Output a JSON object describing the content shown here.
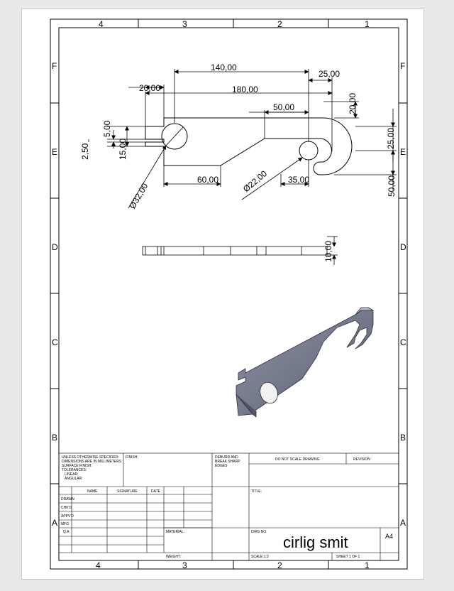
{
  "sheet": {
    "zones_top": [
      "4",
      "3",
      "2",
      "1"
    ],
    "zones_bottom": [
      "4",
      "3",
      "2",
      "1"
    ],
    "zones_left": [
      "F",
      "E",
      "D",
      "C",
      "B",
      "A"
    ],
    "zones_right": [
      "F",
      "E",
      "D",
      "C",
      "B",
      "A"
    ]
  },
  "dimensions": {
    "d140": "140,00",
    "d25_top": "25,00",
    "d20_left": "20,00",
    "d180": "180,00",
    "d50": "50,00",
    "d20_right": "20,00",
    "d5": "5,00",
    "d2_5": "2,50",
    "d15": "15,00",
    "d25_right": "25,00",
    "d60": "60,00",
    "d35": "35,00",
    "d50_right": "50,00",
    "dia32": "Ø32,00",
    "dia22": "Ø22,00",
    "d10": "10,00"
  },
  "title_block": {
    "general_notes": [
      "UNLESS OTHERWISE SPECIFIED:",
      "DIMENSIONS ARE IN MILLIMETERS",
      "SURFACE FINISH:",
      "TOLERANCES:",
      "LINEAR:",
      "ANGULAR:"
    ],
    "finish": "FINISH:",
    "deburr": [
      "DEBURR AND",
      "BREAK SHARP",
      "EDGES"
    ],
    "do_not_scale": "DO NOT SCALE DRAWING",
    "revision": "REVISION",
    "col_name": "NAME",
    "col_signature": "SIGNATURE",
    "col_date": "DATE",
    "rows": [
      "DRAWN",
      "CHK'D",
      "APPV'D",
      "MFG",
      "Q.A"
    ],
    "title_label": "TITLE:",
    "material": "MATERIAL:",
    "dwg_no": "DWG NO.",
    "drawing_title": "cirlig smit",
    "size": "A4",
    "weight": "WEIGHT:",
    "scale": "SCALE:1:2",
    "sheet": "SHEET 1 OF 1"
  }
}
